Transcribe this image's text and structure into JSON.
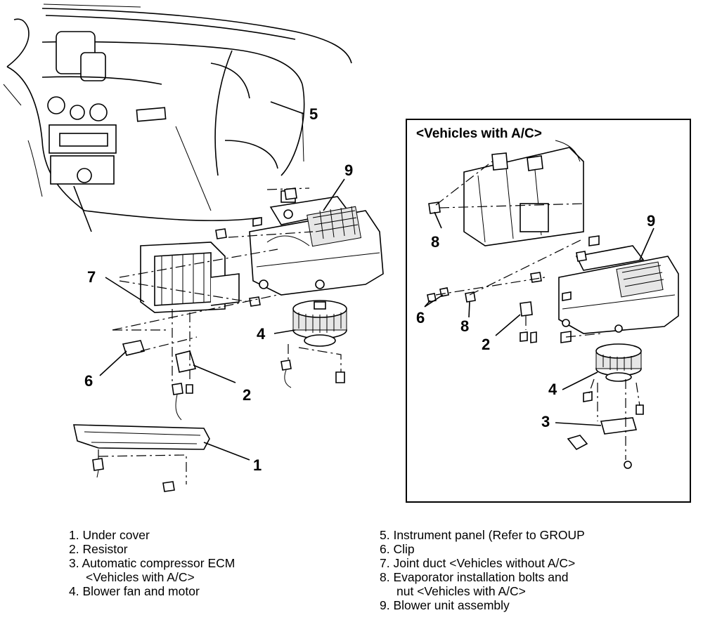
{
  "inset": {
    "title": "<Vehicles with A/C>"
  },
  "callouts_main": [
    "1",
    "2",
    "4",
    "5",
    "6",
    "7",
    "9"
  ],
  "callouts_inset": [
    "2",
    "3",
    "4",
    "6",
    "8",
    "8",
    "9"
  ],
  "legend_left": [
    {
      "text": "1. Under cover"
    },
    {
      "text": "2. Resistor"
    },
    {
      "text": "3. Automatic compressor ECM"
    },
    {
      "text": "<Vehicles with A/C>",
      "continuation": true
    },
    {
      "text": "4. Blower fan and motor"
    }
  ],
  "legend_right": [
    {
      "text": "5. Instrument panel (Refer to GROUP"
    },
    {
      "text": "6. Clip"
    },
    {
      "text": "7. Joint duct <Vehicles without A/C>"
    },
    {
      "text": "8. Evaporator installation bolts and"
    },
    {
      "text": "nut <Vehicles with A/C>",
      "continuation": true
    },
    {
      "text": "9. Blower unit assembly"
    }
  ]
}
